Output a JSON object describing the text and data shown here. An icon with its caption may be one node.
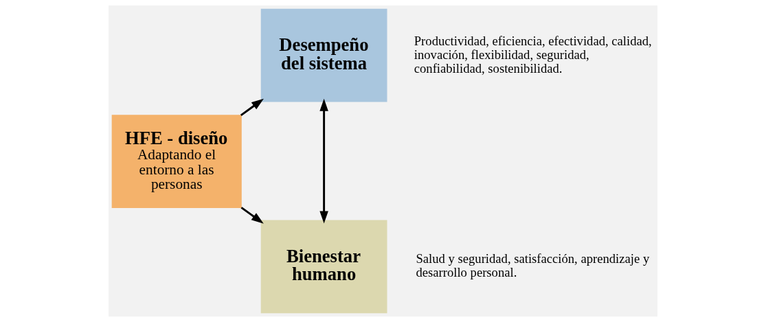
{
  "diagram": {
    "nodes": [
      {
        "text": [
          "HFE - diseño",
          "Adaptando el entorno a las personas"
        ]
      },
      {
        "text": [
          "Desempeño del sistema"
        ],
        "beside": [
          "Productividad, eficiencia, efectividad, calidad, inovación, flexibilidad, seguridad, confiabilidad, sostenibilidad."
        ]
      },
      {
        "text": [
          "Bienestar humano"
        ],
        "beside": [
          "Salud y seguridad, satisfacción, aprendizaje y desarrollo personal."
        ]
      }
    ],
    "edges": [
      {
        "from": 0,
        "to": 1,
        "arrow": "to"
      },
      {
        "from": 0,
        "to": 2,
        "arrow": "to"
      },
      {
        "from": 1,
        "to": 2,
        "arrow": "both"
      }
    ]
  }
}
